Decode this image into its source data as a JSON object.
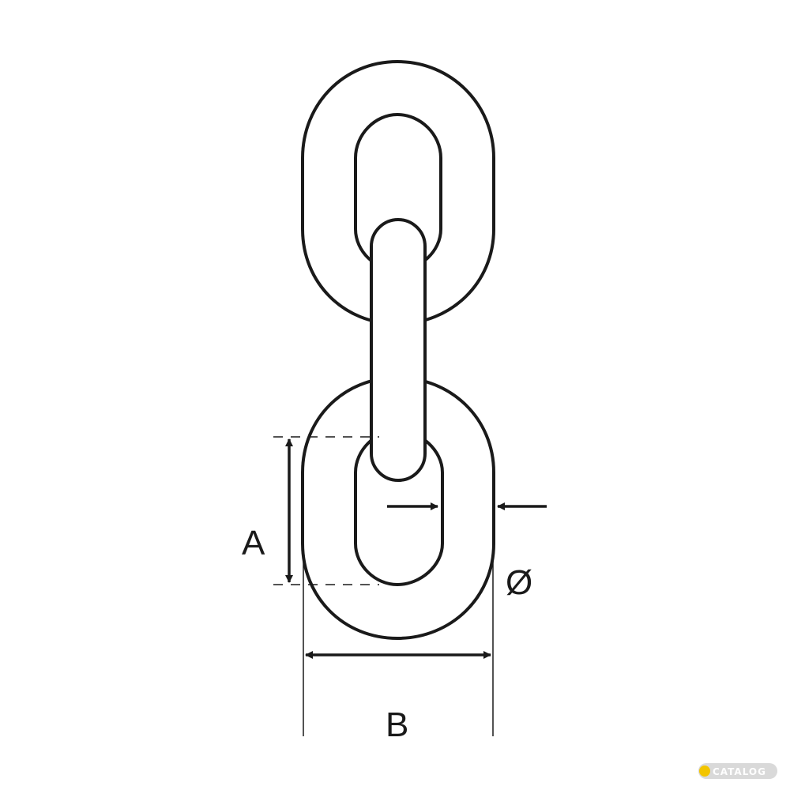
{
  "colors": {
    "stroke": "#1a1a1a",
    "fill": "#ffffff",
    "watermark": "#d9d9d9"
  },
  "labels": {
    "a": "A",
    "b": "B",
    "diameter": "Ø"
  },
  "watermark": {
    "text": "CATALOG"
  }
}
